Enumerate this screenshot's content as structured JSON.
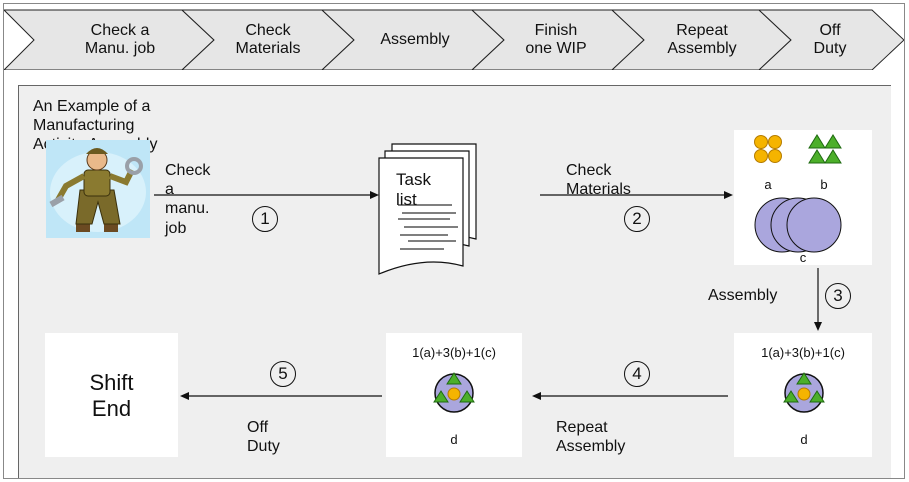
{
  "process_steps": [
    "Check a\nManu. job",
    "Check\nMaterials",
    "Assembly",
    "Finish\none WIP",
    "Repeat\nAssembly",
    "Off\nDuty"
  ],
  "example": {
    "title": "An Example of a Manufacturing Activity:Assembly",
    "task_list_label": "Task list",
    "edges": {
      "check_job": "Check a manu. job",
      "check_materials": "Check Materials",
      "assembly": "Assembly",
      "repeat_assembly": "Repeat Assembly",
      "off_duty": "Off Duty"
    },
    "step_numbers": [
      "1",
      "2",
      "3",
      "4",
      "5"
    ],
    "materials": {
      "a": "a",
      "b": "b",
      "c": "c"
    },
    "formula": "1(a)+3(b)+1(c)",
    "product_label": "d",
    "shift_end": "Shift\nEnd"
  },
  "colors": {
    "chevron_fill": "#e6e6e6",
    "panel_bg": "#efefef",
    "material_a": "#f5b400",
    "material_b": "#4caf2a",
    "material_c": "#aaa6dd"
  }
}
